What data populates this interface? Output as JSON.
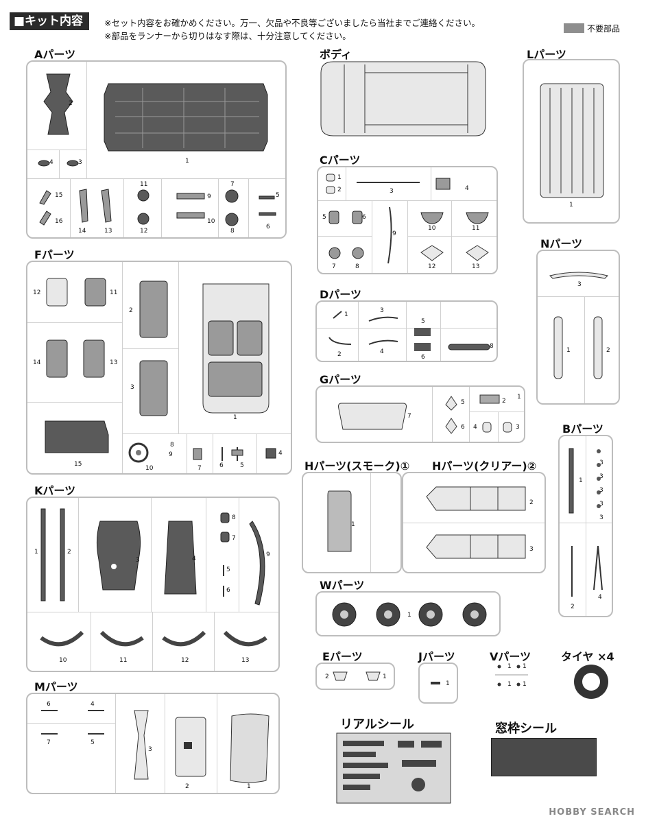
{
  "header": {
    "title": "■キット内容",
    "notes": [
      "※セット内容をお確かめください。万一、欠品や不良等ございましたら当社までご連絡ください。",
      "※部品をランナーから切りはなす際は、十分注意してください。"
    ],
    "legend_label": "不要部品"
  },
  "sections": {
    "A": {
      "title": "Aパーツ",
      "nums": [
        "2",
        "4",
        "3",
        "1",
        "15",
        "16",
        "14",
        "13",
        "11",
        "12",
        "9",
        "10",
        "7",
        "8",
        "5",
        "6"
      ]
    },
    "body": {
      "title": "ボディ"
    },
    "L": {
      "title": "Lパーツ",
      "nums": [
        "1"
      ]
    },
    "C": {
      "title": "Cパーツ",
      "nums": [
        "1",
        "2",
        "3",
        "4",
        "5",
        "6",
        "9",
        "10",
        "11",
        "7",
        "8",
        "12",
        "13"
      ]
    },
    "N": {
      "title": "Nパーツ",
      "nums": [
        "3",
        "1",
        "2"
      ]
    },
    "F": {
      "title": "Fパーツ",
      "nums": [
        "12",
        "11",
        "2",
        "14",
        "13",
        "3",
        "1",
        "15",
        "8",
        "9",
        "10",
        "7",
        "6",
        "5",
        "4"
      ]
    },
    "D": {
      "title": "Dパーツ",
      "nums": [
        "1",
        "3",
        "5",
        "2",
        "4",
        "6",
        "8"
      ]
    },
    "G": {
      "title": "Gパーツ",
      "nums": [
        "7",
        "5",
        "1",
        "6",
        "4",
        "3",
        "2"
      ]
    },
    "B": {
      "title": "Bパーツ",
      "nums": [
        "1",
        "3",
        "3",
        "3",
        "3",
        "3",
        "2",
        "4"
      ]
    },
    "H1": {
      "title": "Hパーツ(スモーク)①",
      "nums": [
        "1"
      ]
    },
    "H2": {
      "title": "Hパーツ(クリアー)②",
      "nums": [
        "2",
        "3"
      ]
    },
    "K": {
      "title": "Kパーツ",
      "nums": [
        "1",
        "2",
        "3",
        "4",
        "8",
        "7",
        "5",
        "6",
        "9",
        "10",
        "11",
        "12",
        "13"
      ]
    },
    "W": {
      "title": "Wパーツ",
      "nums": [
        "1"
      ]
    },
    "E": {
      "title": "Eパーツ",
      "nums": [
        "2",
        "1"
      ]
    },
    "J": {
      "title": "Jパーツ",
      "nums": [
        "1"
      ]
    },
    "V": {
      "title": "Vパーツ",
      "nums": [
        "1",
        "1",
        "1",
        "1"
      ]
    },
    "tire": {
      "title": "タイヤ ×4"
    },
    "M": {
      "title": "Mパーツ",
      "nums": [
        "6",
        "4",
        "7",
        "5",
        "3",
        "2",
        "1"
      ]
    },
    "seal": {
      "title": "リアルシール"
    },
    "window": {
      "title": "窓枠シール"
    }
  },
  "watermark": "HOBBY SEARCH",
  "colors": {
    "unneeded": "#8e8e8e",
    "dark_part": "#5a5a5a",
    "box_border": "#bdbdbd"
  }
}
